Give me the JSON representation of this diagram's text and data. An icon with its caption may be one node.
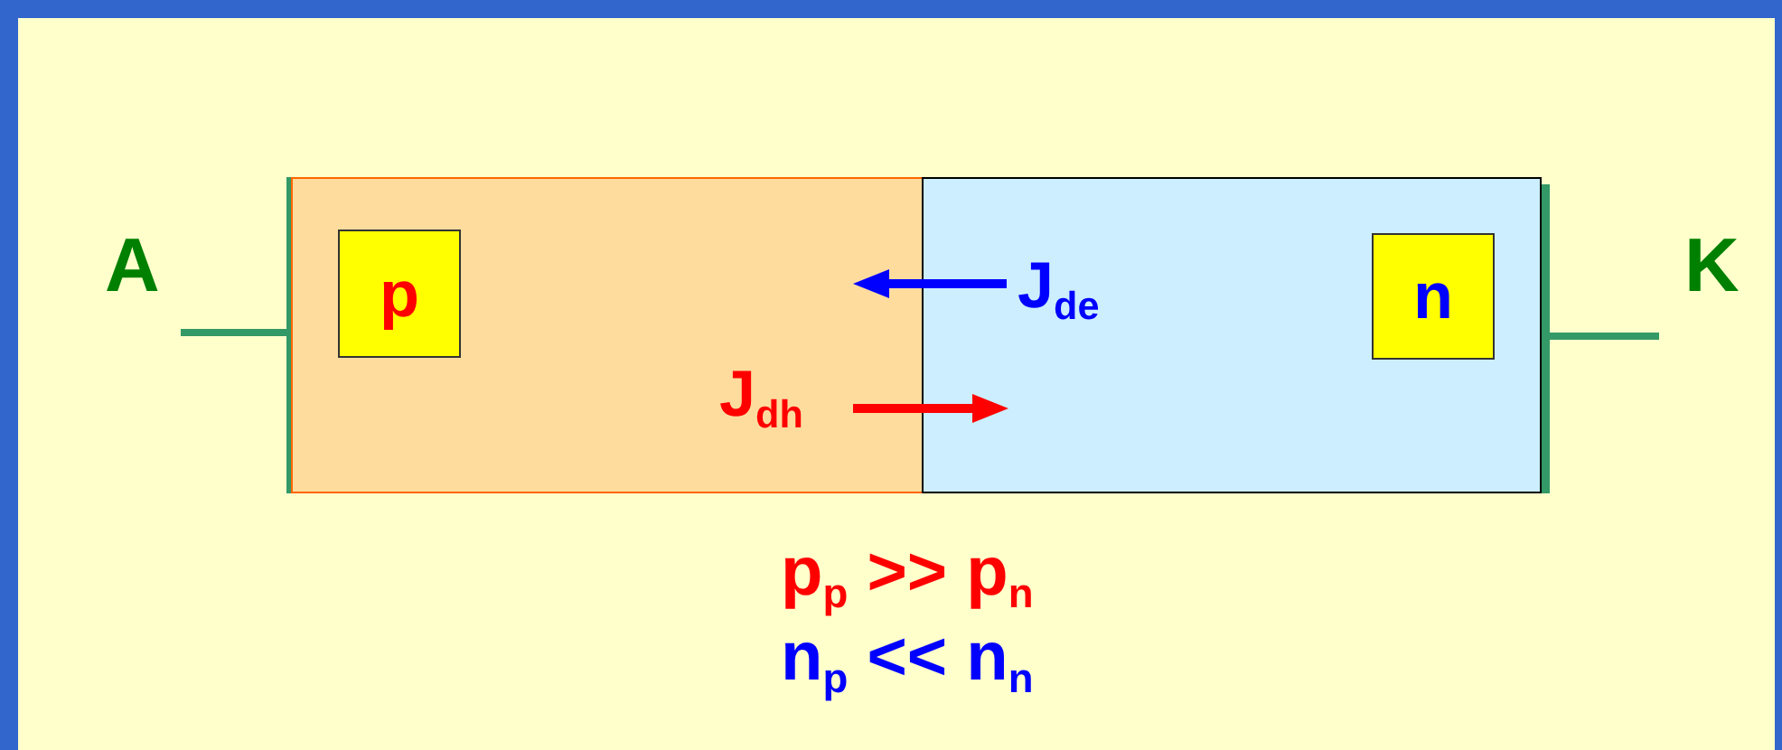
{
  "diagram": {
    "nodes": [
      {
        "text": [],
        "shape": "box"
      },
      {
        "text": [
          "p"
        ],
        "in": 0
      },
      {
        "text": [],
        "shape": "box"
      },
      {
        "text": [
          "n"
        ],
        "in": 2
      }
    ],
    "edges": [],
    "labels": [
      "A",
      "K",
      "J$_{de}$",
      "J$_{dh}$",
      "p$_{p}$ >> p$_{n}$",
      "n$_{p}$ << n$_{n}$"
    ]
  }
}
